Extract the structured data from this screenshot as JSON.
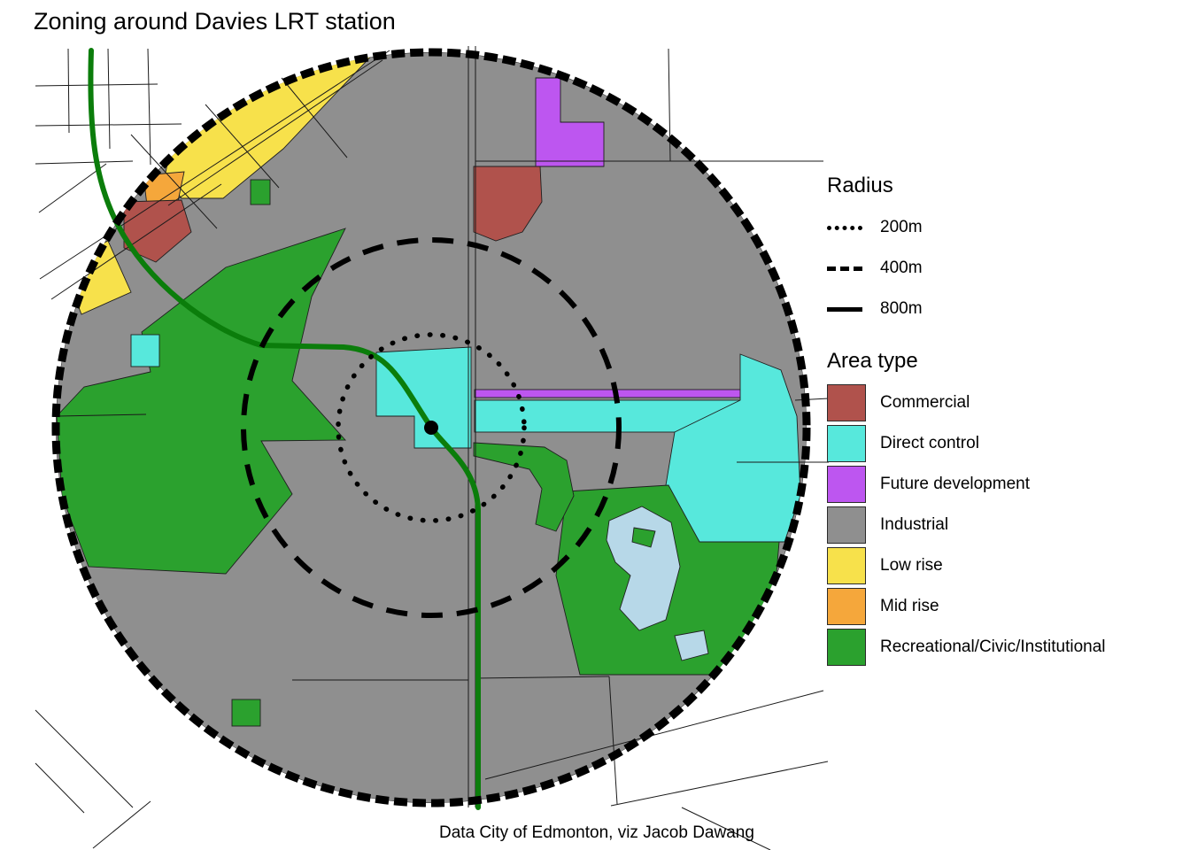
{
  "title": "Zoning around Davies LRT station",
  "caption": "Data City of Edmonton, viz Jacob Dawang",
  "radius_legend": {
    "title": "Radius",
    "items": [
      {
        "label": "200m",
        "style": "dotted"
      },
      {
        "label": "400m",
        "style": "dashed"
      },
      {
        "label": "800m",
        "style": "solid"
      }
    ]
  },
  "area_legend": {
    "title": "Area type",
    "items": [
      {
        "label": "Commercial",
        "zone": "commercial"
      },
      {
        "label": "Direct control",
        "zone": "direct_control"
      },
      {
        "label": "Future development",
        "zone": "future_development"
      },
      {
        "label": "Industrial",
        "zone": "industrial"
      },
      {
        "label": "Low rise",
        "zone": "low_rise"
      },
      {
        "label": "Mid rise",
        "zone": "mid_rise"
      },
      {
        "label": "Recreational/Civic/Institutional",
        "zone": "recreational"
      }
    ]
  },
  "zone_colors": {
    "commercial": "#b0524c",
    "direct_control": "#57e8dc",
    "future_development": "#bd56f0",
    "industrial": "#8f8f8f",
    "low_rise": "#f7e14b",
    "mid_rise": "#f5a73b",
    "recreational": "#2ba12e",
    "water": "#b7d8e8",
    "lrt_line": "#0b7d0b",
    "road": "#1a1a1a",
    "ring": "#000000"
  }
}
